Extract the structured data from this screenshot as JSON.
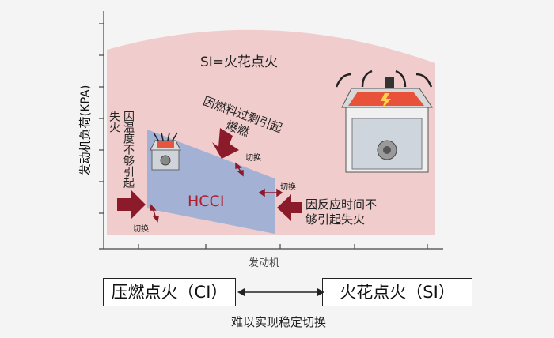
{
  "diagram": {
    "y_axis_label": "发动机负荷(KPA)",
    "x_axis_label": "发动机",
    "si_region_label": "SI=火花点火",
    "hcci_region_label": "HCCI",
    "annotations": {
      "low_temp": "因温度不够引起失火",
      "excess_fuel": "因燃料过剩引起爆燃",
      "reaction_time": "因反应时间不够引起失火",
      "switch_bottom": "切换",
      "switch_top": "切换",
      "switch_right": "切换"
    },
    "ci_box_label": "压燃点火（CI）",
    "si_box_label": "火花点火（SI）",
    "bottom_caption": "难以实现稳定切换",
    "colors": {
      "si_region": "#f1cccc",
      "hcci_region": "#a3b1d4",
      "arrow": "#8b1a2b",
      "hcci_text": "#b01c2c"
    }
  }
}
